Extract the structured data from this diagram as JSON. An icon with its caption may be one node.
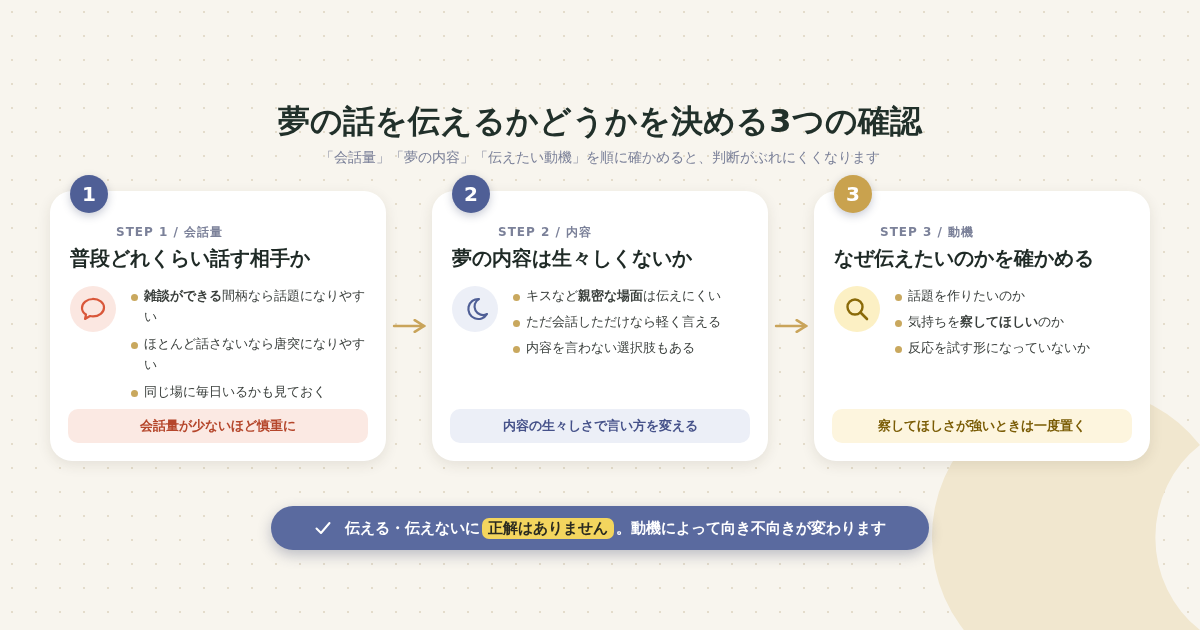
{
  "diagram": {
    "title": "夢の話を伝えるかどうかを決める3つの確認",
    "nodes": [
      {
        "text": [
          "STEP 1 / 会話量",
          "普段どれくらい話す相手か",
          "**雑談ができる**間柄なら話題になりやすい",
          "ほとんど話さないなら唐突になりやすい",
          "同じ場に毎日いるかも見ておく"
        ],
        "beside": [
          "1"
        ]
      },
      {
        "text": [
          "会話量が少ないほど慎重に"
        ],
        "in": 0
      },
      {
        "text": [
          "STEP 2 / 内容",
          "夢の内容は生々しくないか",
          "キスなど**親密な場面**は伝えにくい",
          "ただ会話しただけなら軽く言える",
          "内容を言わない選択肢もある"
        ],
        "beside": [
          "2"
        ]
      },
      {
        "text": [
          "内容の生々しさで言い方を変える"
        ],
        "in": 2
      },
      {
        "text": [
          "STEP 3 / 動機",
          "なぜ伝えたいのかを確かめる",
          "話題を作りたいのか",
          "気持ちを**察してほしい**のか",
          "反応を試す形になっていないか"
        ],
        "beside": [
          "3"
        ]
      },
      {
        "text": [
          "察してほしさが強いときは一度置く"
        ],
        "in": 4
      },
      {
        "text": [
          "伝える・伝えないに",
          "正解はありません",
          "。動機によって向き不向きが変わります"
        ]
      }
    ],
    "edges": [
      {
        "from": 0,
        "to": 2,
        "arrow": "to"
      },
      {
        "from": 2,
        "to": 4,
        "arrow": "to"
      }
    ],
    "labels": [
      "「会話量」「夢の内容」「伝えたい動機」を順に確かめると、判断がぶれにくくなります"
    ]
  }
}
